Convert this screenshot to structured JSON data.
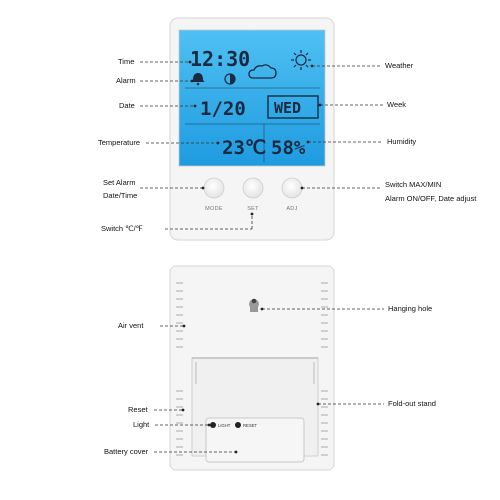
{
  "lcd": {
    "time": "12:30",
    "date": "1/20",
    "week": "WED",
    "temperature": "23℃",
    "humidity": "58%"
  },
  "buttons": {
    "mode": "MODE",
    "set": "SET",
    "adj": "ADJ"
  },
  "back_buttons": {
    "light": "LIGHT",
    "reset": "RESET"
  },
  "labels": {
    "time": "Time",
    "alarm": "Alarm",
    "date": "Date",
    "temperature": "Temperature",
    "set_alarm": "Set Alarm",
    "date_time": "Date/Time",
    "switch_unit": "Switch ℃/℉",
    "weather": "Weather",
    "week": "Week",
    "humidity": "Humidity",
    "switch_max_min": "Switch MAX/MIN",
    "alarm_on_off": "Alarm ON/OFF, Date adjust",
    "air_vent": "Air vent",
    "reset": "Reset",
    "light": "Light",
    "battery_cover": "Battery cover",
    "hanging_hole": "Hanging hole",
    "fold_out_stand": "Fold-out stand"
  },
  "colors": {
    "lcd": "#2aa6e6",
    "lcd_text": "#1b2a40",
    "body": "#f4f4f4",
    "leader": "#333333"
  }
}
